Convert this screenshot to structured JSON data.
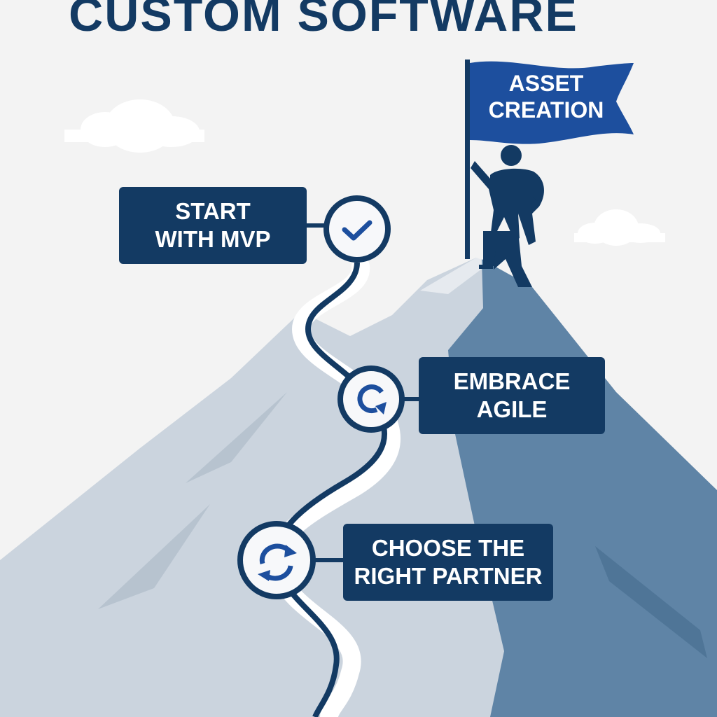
{
  "title": "CUSTOM SOFTWARE",
  "flag": {
    "line1": "ASSET",
    "line2": "CREATION"
  },
  "steps": [
    {
      "line1": "START",
      "line2": "WITH MVP",
      "icon": "checkmark-icon"
    },
    {
      "line1": "EMBRACE",
      "line2": "AGILE",
      "icon": "refresh-icon"
    },
    {
      "line1": "CHOOSE THE",
      "line2": "RIGHT PARTNER",
      "icon": "sync-icon"
    }
  ],
  "colors": {
    "navy": "#133a63",
    "flag_blue": "#1d4f9e",
    "mountain_light": "#cbd4de",
    "mountain_dark": "#5f84a6",
    "background": "#f3f3f3"
  }
}
